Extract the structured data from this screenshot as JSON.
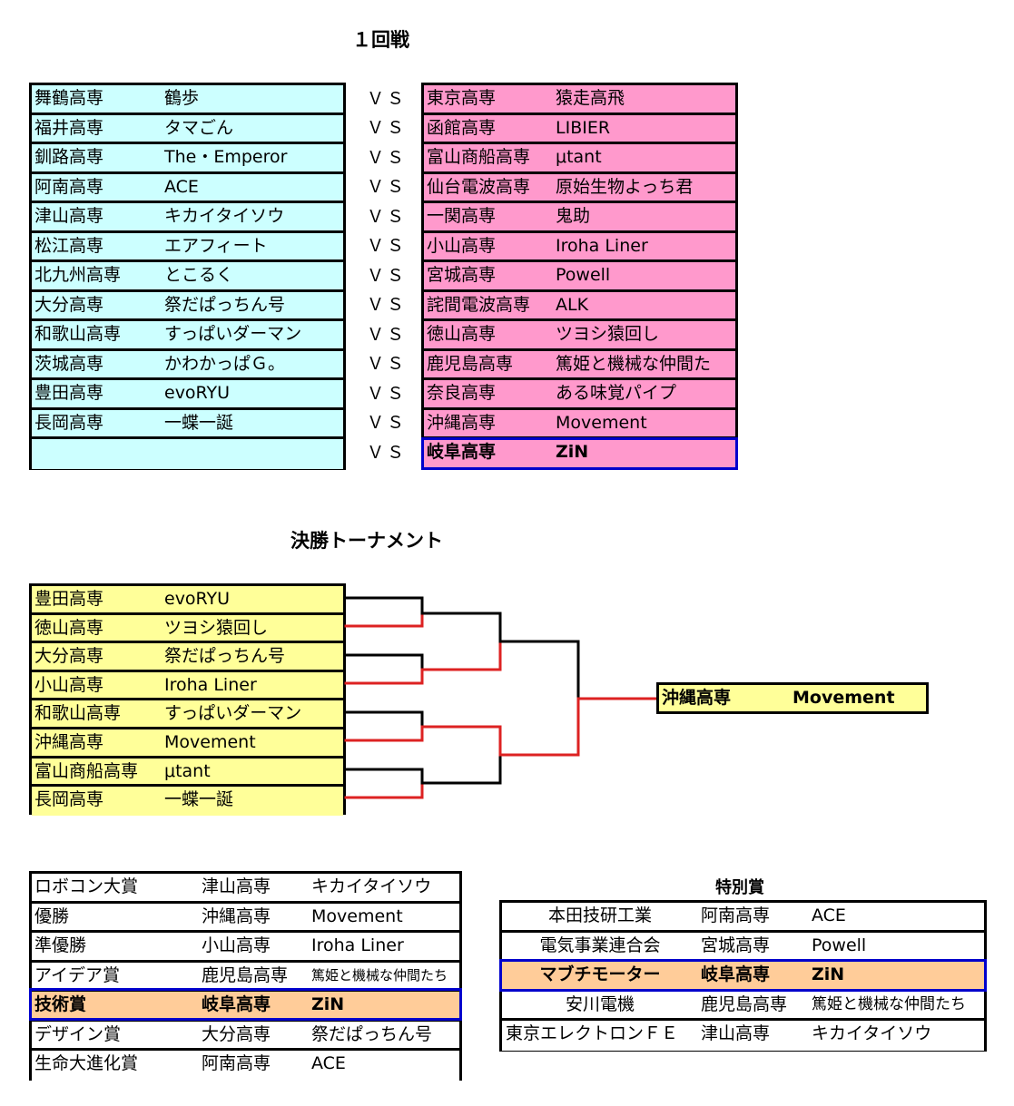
{
  "round1": {
    "title": "１回戦",
    "vs_label": "ＶＳ",
    "left": [
      {
        "school": "舞鶴高専",
        "team": "鶴歩"
      },
      {
        "school": "福井高専",
        "team": "タマごん"
      },
      {
        "school": "釧路高専",
        "team": "The・Emperor"
      },
      {
        "school": "阿南高専",
        "team": "ACE"
      },
      {
        "school": "津山高専",
        "team": "キカイタイソウ"
      },
      {
        "school": "松江高専",
        "team": "エアフィート"
      },
      {
        "school": "北九州高専",
        "team": "とこるく"
      },
      {
        "school": "大分高専",
        "team": "祭だぱっちん号"
      },
      {
        "school": "和歌山高専",
        "team": "すっぱいダーマン"
      },
      {
        "school": "茨城高専",
        "team": "かわかっぱＧ。"
      },
      {
        "school": "豊田高専",
        "team": "evoRYU"
      },
      {
        "school": "長岡高専",
        "team": "一蝶一誕"
      },
      {
        "school": "",
        "team": ""
      }
    ],
    "right": [
      {
        "school": "東京高専",
        "team": "猿走高飛"
      },
      {
        "school": "函館高専",
        "team": "LIBIER"
      },
      {
        "school": "富山商船高専",
        "team": "μtant"
      },
      {
        "school": "仙台電波高専",
        "team": "原始生物よっち君"
      },
      {
        "school": "一関高専",
        "team": "鬼助"
      },
      {
        "school": "小山高専",
        "team": "Iroha Liner"
      },
      {
        "school": "宮城高専",
        "team": "Powell"
      },
      {
        "school": "詫間電波高専",
        "team": "ALK"
      },
      {
        "school": "徳山高専",
        "team": "ツヨシ猿回し"
      },
      {
        "school": "鹿児島高専",
        "team": "篤姫と機械な仲間た"
      },
      {
        "school": "奈良高専",
        "team": "ある味覚パイプ"
      },
      {
        "school": "沖縄高専",
        "team": "Movement"
      },
      {
        "school": "岐阜高専",
        "team": "ZiN"
      }
    ]
  },
  "finals": {
    "title": "決勝トーナメント",
    "entries": [
      {
        "school": "豊田高専",
        "team": "evoRYU"
      },
      {
        "school": "徳山高専",
        "team": "ツヨシ猿回し"
      },
      {
        "school": "大分高専",
        "team": "祭だぱっちん号"
      },
      {
        "school": "小山高専",
        "team": "Iroha Liner"
      },
      {
        "school": "和歌山高専",
        "team": "すっぱいダーマン"
      },
      {
        "school": "沖縄高専",
        "team": "Movement"
      },
      {
        "school": "富山商船高専",
        "team": "μtant"
      },
      {
        "school": "長岡高専",
        "team": "一蝶一誕"
      }
    ],
    "winner": {
      "school": "沖縄高専",
      "team": "Movement"
    },
    "colors": {
      "win_line": "#dd2222",
      "lose_line": "#000000"
    }
  },
  "awards": [
    {
      "award": "ロボコン大賞",
      "school": "津山高専",
      "team": "キカイタイソウ"
    },
    {
      "award": "優勝",
      "school": "沖縄高専",
      "team": "Movement"
    },
    {
      "award": "準優勝",
      "school": "小山高専",
      "team": "Iroha Liner"
    },
    {
      "award": "アイデア賞",
      "school": "鹿児島高専",
      "team": "篤姫と機械な仲間たち"
    },
    {
      "award": "技術賞",
      "school": "岐阜高専",
      "team": "ZiN"
    },
    {
      "award": "デザイン賞",
      "school": "大分高専",
      "team": "祭だぱっちん号"
    },
    {
      "award": "生命大進化賞",
      "school": "阿南高専",
      "team": "ACE"
    }
  ],
  "special": {
    "title": "特別賞",
    "rows": [
      {
        "sponsor": "本田技研工業",
        "school": "阿南高専",
        "team": "ACE"
      },
      {
        "sponsor": "電気事業連合会",
        "school": "宮城高専",
        "team": "Powell"
      },
      {
        "sponsor": "マブチモーター",
        "school": "岐阜高専",
        "team": "ZiN"
      },
      {
        "sponsor": "安川電機",
        "school": "鹿児島高専",
        "team": "篤姫と機械な仲間たち"
      },
      {
        "sponsor": "東京エレクトロンＦＥ",
        "school": "津山高専",
        "team": "キカイタイソウ"
      }
    ]
  }
}
